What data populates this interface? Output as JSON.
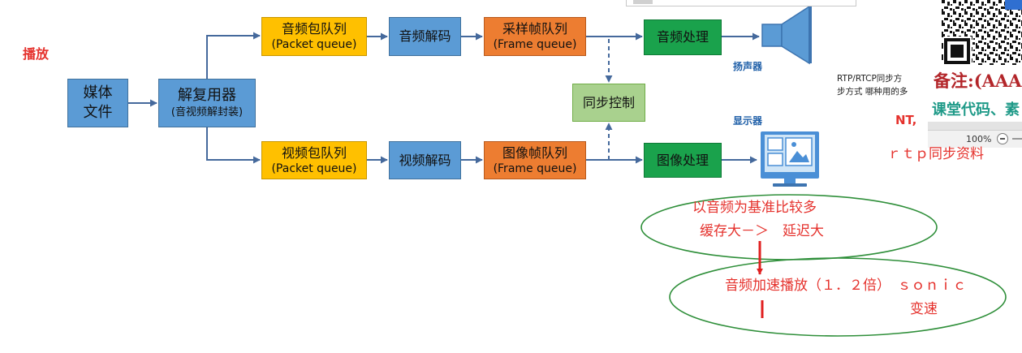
{
  "play_label": "播放",
  "diagram": {
    "media_file": {
      "line1": "媒体",
      "line2": "文件"
    },
    "demuxer": {
      "title": "解复用器",
      "subtitle": "(音视频解封装)"
    },
    "audio": {
      "packet_queue": {
        "title": "音频包队列",
        "subtitle": "(Packet queue)"
      },
      "decoder": "音频解码",
      "frame_queue": {
        "title": "采样帧队列",
        "subtitle": "(Frame queue)"
      },
      "processor": "音频处理",
      "output_label": "扬声器"
    },
    "video": {
      "packet_queue": {
        "title": "视频包队列",
        "subtitle": "(Packet queue)"
      },
      "decoder": "视频解码",
      "frame_queue": {
        "title": "图像帧队列",
        "subtitle": "(Frame queue)"
      },
      "processor": "图像处理",
      "output_label": "显示器"
    },
    "sync_control": "同步控制"
  },
  "annotations": {
    "note1": {
      "line1": "以音频为基准比较多",
      "line2": "缓存大－＞　延迟大"
    },
    "note2": {
      "line1": "音频加速播放（１．２倍）　ｓｏｎｉｃ",
      "line2": "变速"
    }
  },
  "overlay": {
    "rtp_note": {
      "line1": "RTP/RTCP同步方",
      "line2": "步方式 哪种用的多"
    },
    "remark": "备注:(AAA",
    "course_code": "课堂代码、素",
    "nt_text": "NT,",
    "zoom_level": "100%",
    "rtp_material": "ｒｔｐ同步资料"
  },
  "icons": {
    "speaker": "speaker-icon",
    "monitor": "monitor-icon",
    "zoom_out": "zoom-out-icon",
    "qr_code": "qr-code"
  },
  "colors": {
    "node_blue": "#5b9bd5",
    "packet_queue_yellow": "#ffc000",
    "frame_queue_orange": "#ed7d31",
    "processor_green": "#1aa24c",
    "sync_green": "#a9d18e",
    "connector": "#45699c",
    "annotation_red": "#e5322d",
    "ellipse_green": "#2f8f3a",
    "device_label_blue": "#1f5fa8"
  }
}
